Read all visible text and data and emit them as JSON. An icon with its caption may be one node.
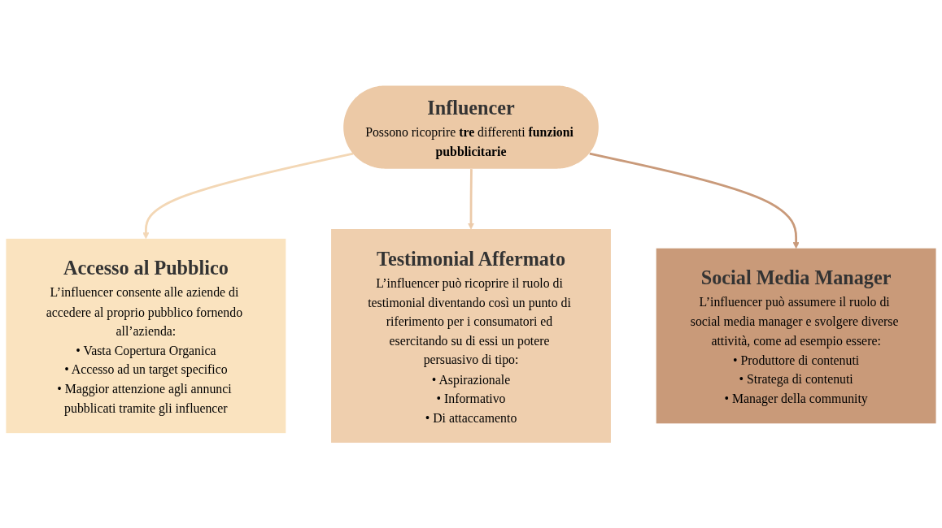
{
  "diagram": {
    "nodes": [
      {
        "text": [
          "Influencer",
          "Possono ricoprire **tre** differenti **funzioni pubblicitarie**"
        ]
      },
      {
        "text": [
          "Accesso al Pubblico",
          "L’influencer consente alle aziende di accedere al proprio pubblico fornendo all’azienda:",
          "• Vasta Copertura Organica",
          "• Accesso ad un target specifico",
          "• Maggior attenzione agli annunci pubblicati tramite gli influencer"
        ]
      },
      {
        "text": [
          "Testimonial Affermato",
          "L’influencer può ricoprire il ruolo di testimonial diventando così un punto di riferimento per i consumatori ed esercitando su di essi un potere persuasivo di tipo:",
          "• Aspirazionale",
          "• Informativo",
          "• Di attaccamento"
        ]
      },
      {
        "text": [
          "Social Media Manager",
          "L’influencer può assumere il ruolo di social media manager e svolgere diverse attività, come ad esempio essere:",
          "• Produttore di contenuti",
          "• Stratega di contenuti",
          "• Manager della community"
        ]
      }
    ],
    "edges": [
      {
        "from": 0,
        "to": 1,
        "arrow": "to",
        "color": "#f3d7b5"
      },
      {
        "from": 0,
        "to": 2,
        "arrow": "to",
        "color": "#eccaa9"
      },
      {
        "from": 0,
        "to": 3,
        "arrow": "to",
        "color": "#c99a7a"
      }
    ]
  }
}
